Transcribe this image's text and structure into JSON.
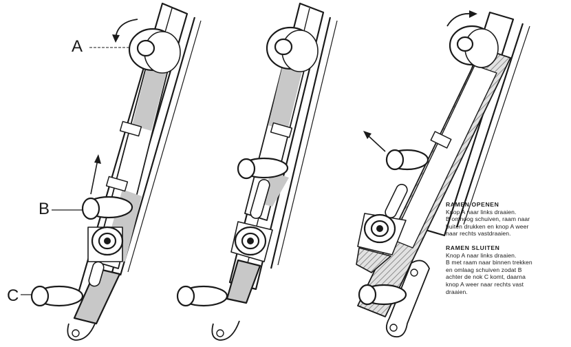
{
  "callouts": {
    "a": "A",
    "b": "B",
    "c": "C"
  },
  "instructions": {
    "open": {
      "heading": "RAMEN OPENEN",
      "lines": [
        "Knop A naar links draaien.",
        "B omhoog schuiven, raam naar",
        "buiten drukken en knop A weer",
        "naar rechts vastdraaien."
      ]
    },
    "close": {
      "heading": "RAMEN SLUITEN",
      "lines": [
        "Knop A naar links draaien.",
        "B met raam naar binnen trekken",
        "en omlaag schuiven zodat B",
        "achter de nok C komt, daarna",
        "knop A weer naar rechts vast",
        "draaien."
      ]
    }
  },
  "colors": {
    "ink": "#1a1a1a",
    "gray_fill": "#c8c8c8",
    "paper": "#ffffff"
  }
}
